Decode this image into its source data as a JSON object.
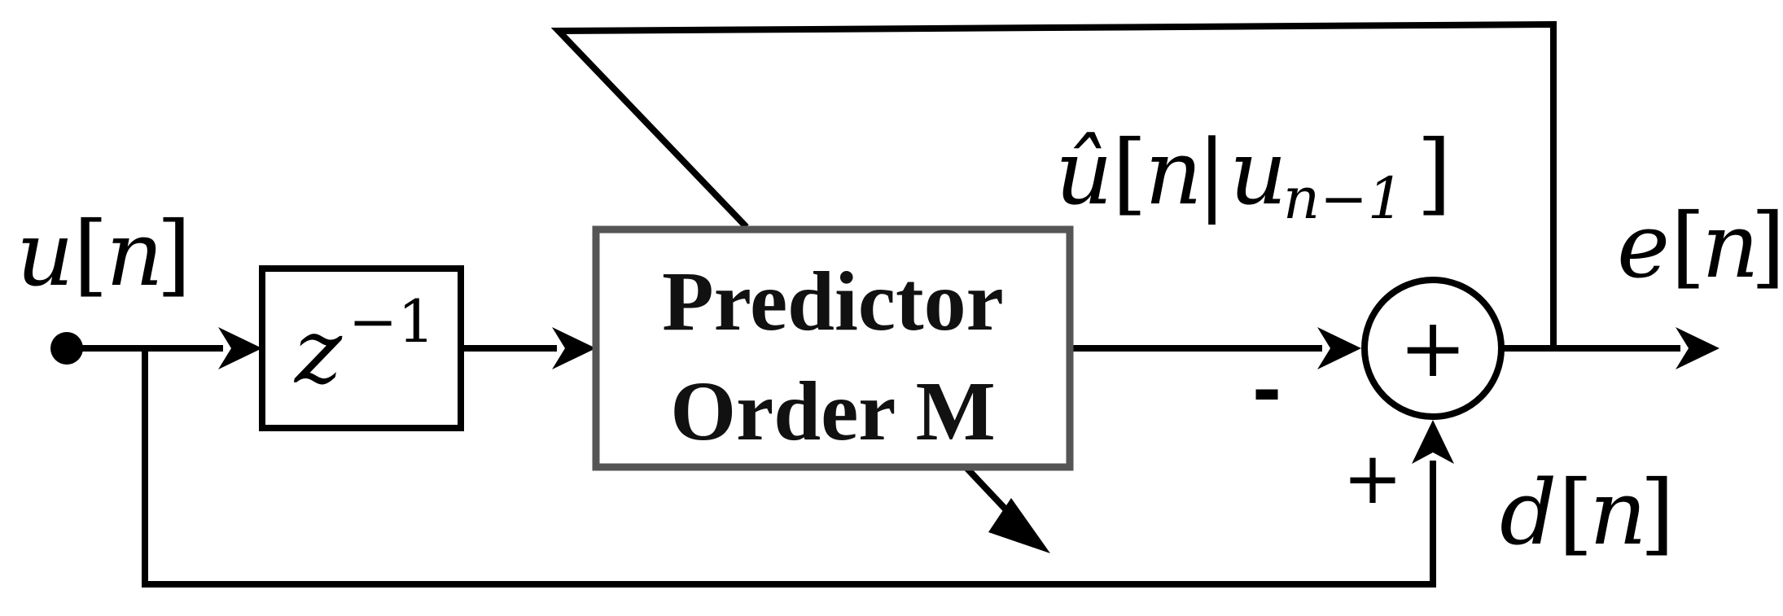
{
  "diagram": {
    "input_signal": {
      "symbol": "u",
      "open_bracket": "[",
      "index": "n",
      "close_bracket": "]"
    },
    "delay": {
      "base": "z",
      "exponent": "−1"
    },
    "predictor": {
      "line1": "Predictor",
      "line2": "Order M"
    },
    "estimate": {
      "symbol": "û",
      "open_bracket": "[",
      "index": "n",
      "separator": "|",
      "given_symbol": "u",
      "given_subscript": "n−1",
      "close_bracket": "]"
    },
    "summer": {
      "symbol": "+",
      "minus_sign": "-",
      "plus_sign": "+"
    },
    "error_signal": {
      "symbol": "e",
      "open_bracket": "[",
      "index": "n",
      "close_bracket": "]"
    },
    "desired_signal": {
      "symbol": "d",
      "open_bracket": "[",
      "index": "n",
      "close_bracket": "]"
    },
    "colors": {
      "line": "#000000",
      "predictor_fill_top": "#ffffff",
      "predictor_fill_bottom": "#9a9a9a",
      "predictor_border": "#555555"
    }
  }
}
